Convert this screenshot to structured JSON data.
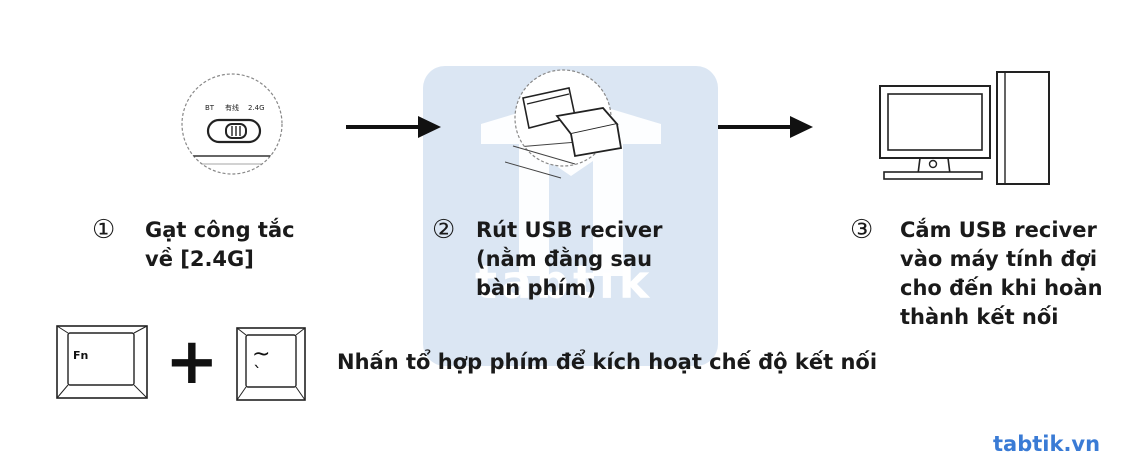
{
  "watermark": {
    "text": "tabtik"
  },
  "steps": [
    {
      "number": "①",
      "lines": [
        "Gạt công tắc",
        "về [2.4G]"
      ]
    },
    {
      "number": "②",
      "lines": [
        "Rút USB reciver",
        "(nằm đằng sau",
        "bàn phím)"
      ]
    },
    {
      "number": "③",
      "lines": [
        "Cắm USB reciver",
        "vào máy tính đợi",
        "cho đến khi hoàn",
        "thành kết nối"
      ]
    }
  ],
  "switch_labels": {
    "bt": "BT",
    "wired": "有线",
    "g24": "2.4G"
  },
  "keys": {
    "fn": "Fn",
    "plus": "+",
    "tilde_top": "~",
    "tilde_bottom": "`"
  },
  "instruction": "Nhấn tổ hợp phím để kích hoạt chế độ kết nối",
  "brand": "tabtik.vn",
  "colors": {
    "watermark_bg": "#dbe6f3",
    "brand": "#3a7bd5",
    "ink": "#1a1a1a"
  }
}
